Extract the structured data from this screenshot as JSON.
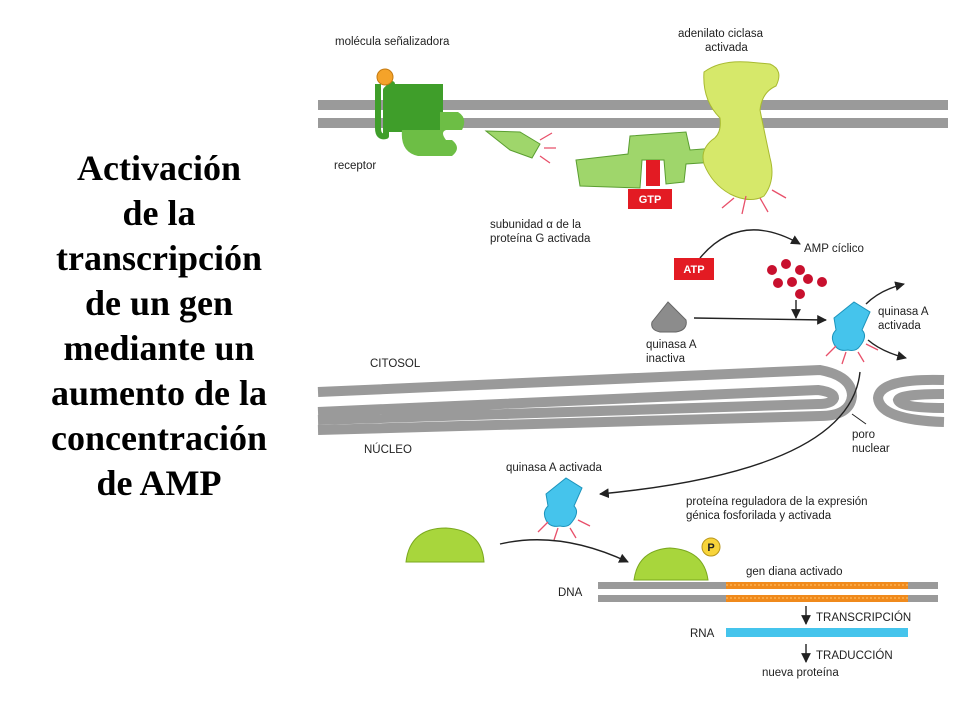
{
  "title": {
    "lines": [
      "Activación",
      "de la",
      "transcripción",
      "de un gen",
      "mediante un",
      "aumento de la",
      "concentración",
      "de AMP"
    ]
  },
  "labels": {
    "signal_molecule": "molécula señalizadora",
    "adenylate_cyclase_1": "adenilato ciclasa",
    "adenylate_cyclase_2": "activada",
    "receptor": "receptor",
    "g_protein_1": "subunidad α de la",
    "g_protein_2": "proteína G activada",
    "gtp": "GTP",
    "atp": "ATP",
    "camp": "AMP cíclico",
    "pka_inactive_1": "quinasa A",
    "pka_inactive_2": "inactiva",
    "pka_active_1": "quinasa A",
    "pka_active_2": "activada",
    "cytosol": "CITOSOL",
    "nucleus": "NÚCLEO",
    "nuclear_pore_1": "poro",
    "nuclear_pore_2": "nuclear",
    "pka_in_nucleus": "quinasa A activada",
    "regulator_1": "proteína reguladora de la expresión",
    "regulator_2": "génica fosforilada y activada",
    "phosphate": "P",
    "target_gene": "gen diana activado",
    "dna": "DNA",
    "transcription": "TRANSCRIPCIÓN",
    "rna": "RNA",
    "translation": "TRADUCCIÓN",
    "new_protein": "nueva proteína"
  },
  "colors": {
    "membrane": "#9a9a9a",
    "receptor": "#6dbe45",
    "g_protein": "#9fd66b",
    "adenylate_cyclase": "#d6e86a",
    "gtp_atp": "#e31b23",
    "camp": "#c8102e",
    "pka_inactive": "#8c8c8c",
    "pka_active": "#45c4ec",
    "regulator": "#a8d63c",
    "gene": "#f08a1c",
    "rna": "#45c4ec",
    "signal_molecule": "#f4a32a"
  }
}
